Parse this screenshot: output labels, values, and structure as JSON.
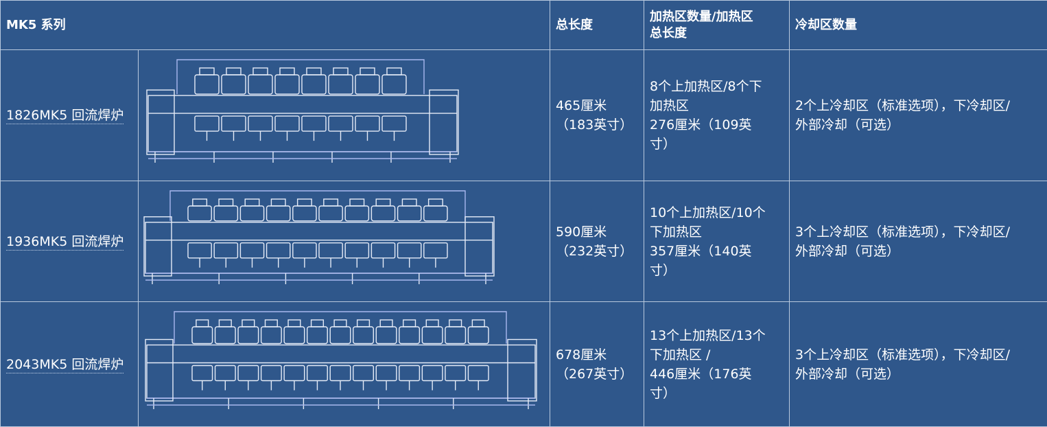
{
  "header": {
    "series": "MK5 系列",
    "total_length": "总长度",
    "heating_line1": "加热区数量/加热区",
    "heating_line2": "总长度",
    "cooling": "冷却区数量"
  },
  "rows": [
    {
      "model": "1826MK5 回流焊炉",
      "image": {
        "zone_count": 8
      },
      "length_cm": "465厘米",
      "length_in": "（183英寸）",
      "heating": [
        "8个上加热区/8个下",
        "加热区",
        "276厘米（109英",
        "寸）"
      ],
      "cooling": [
        "2个上冷却区（标准选项），下冷却区/",
        "外部冷却（可选）"
      ]
    },
    {
      "model": "1936MK5 回流焊炉",
      "image": {
        "zone_count": 10
      },
      "length_cm": "590厘米",
      "length_in": "（232英寸）",
      "heating": [
        "10个上加热区/10个",
        "下加热区",
        "357厘米（140英",
        "寸）"
      ],
      "cooling": [
        "3个上冷却区（标准选项），下冷却区/",
        "外部冷却（可选）"
      ]
    },
    {
      "model": "2043MK5 回流焊炉",
      "image": {
        "zone_count": 13
      },
      "length_cm": "678厘米",
      "length_in": "（267英寸）",
      "heating": [
        "13个上加热区/13个",
        "下加热区 /",
        "446厘米（176英",
        "寸）"
      ],
      "cooling": [
        "3个上冷却区（标准选项），下冷却区/",
        "外部冷却（可选）"
      ]
    }
  ],
  "colors": {
    "background": "#2f578b",
    "border": "#b9c9de",
    "drawing": "#e6ecf8",
    "accent": "#a9b8ef"
  }
}
